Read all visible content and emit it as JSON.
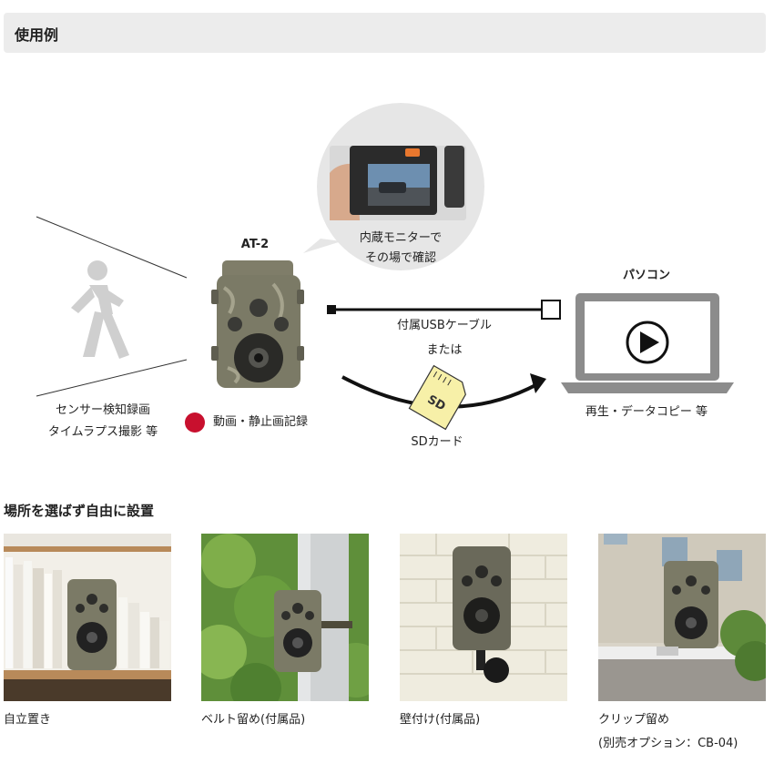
{
  "section1": {
    "title": "使用例"
  },
  "diagram": {
    "detect_line1": "センサー検知録画",
    "detect_line2": "タイムラプス撮影 等",
    "camera_model": "AT-2",
    "record_label": "動画・静止画記録",
    "monitor_line1": "内蔵モニターで",
    "monitor_line2": "その場で確認",
    "usb_label": "付属USBケーブル",
    "or_label": "または",
    "sd_card_text": "SD",
    "sd_label": "SDカード",
    "pc_label": "パソコン",
    "pc_action": "再生・データコピー 等",
    "colors": {
      "record_dot": "#c8102e",
      "sd_card": "#f7f0a8",
      "laptop": "#8c8c8c",
      "bubble": "#e6e6e6"
    }
  },
  "section2": {
    "title": "場所を選ばず自由に設置",
    "photos": [
      {
        "caption": "自立置き",
        "caption2": ""
      },
      {
        "caption": "ベルト留め(付属品)",
        "caption2": ""
      },
      {
        "caption": "壁付け(付属品)",
        "caption2": ""
      },
      {
        "caption": "クリップ留め",
        "caption2": "(別売オプション：CB-04)"
      }
    ]
  }
}
